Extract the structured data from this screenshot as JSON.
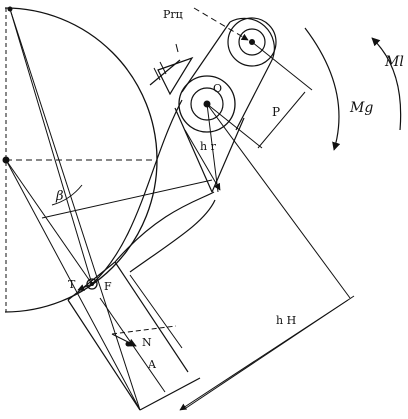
{
  "diagram": {
    "labels": {
      "prq": "Prц",
      "ml": "Ml",
      "mg": "Mg",
      "o": "O",
      "p": "P",
      "hr": "h r",
      "beta": "β",
      "t": "T",
      "f": "F",
      "n": "N",
      "hn": "h H",
      "a": "A"
    }
  }
}
